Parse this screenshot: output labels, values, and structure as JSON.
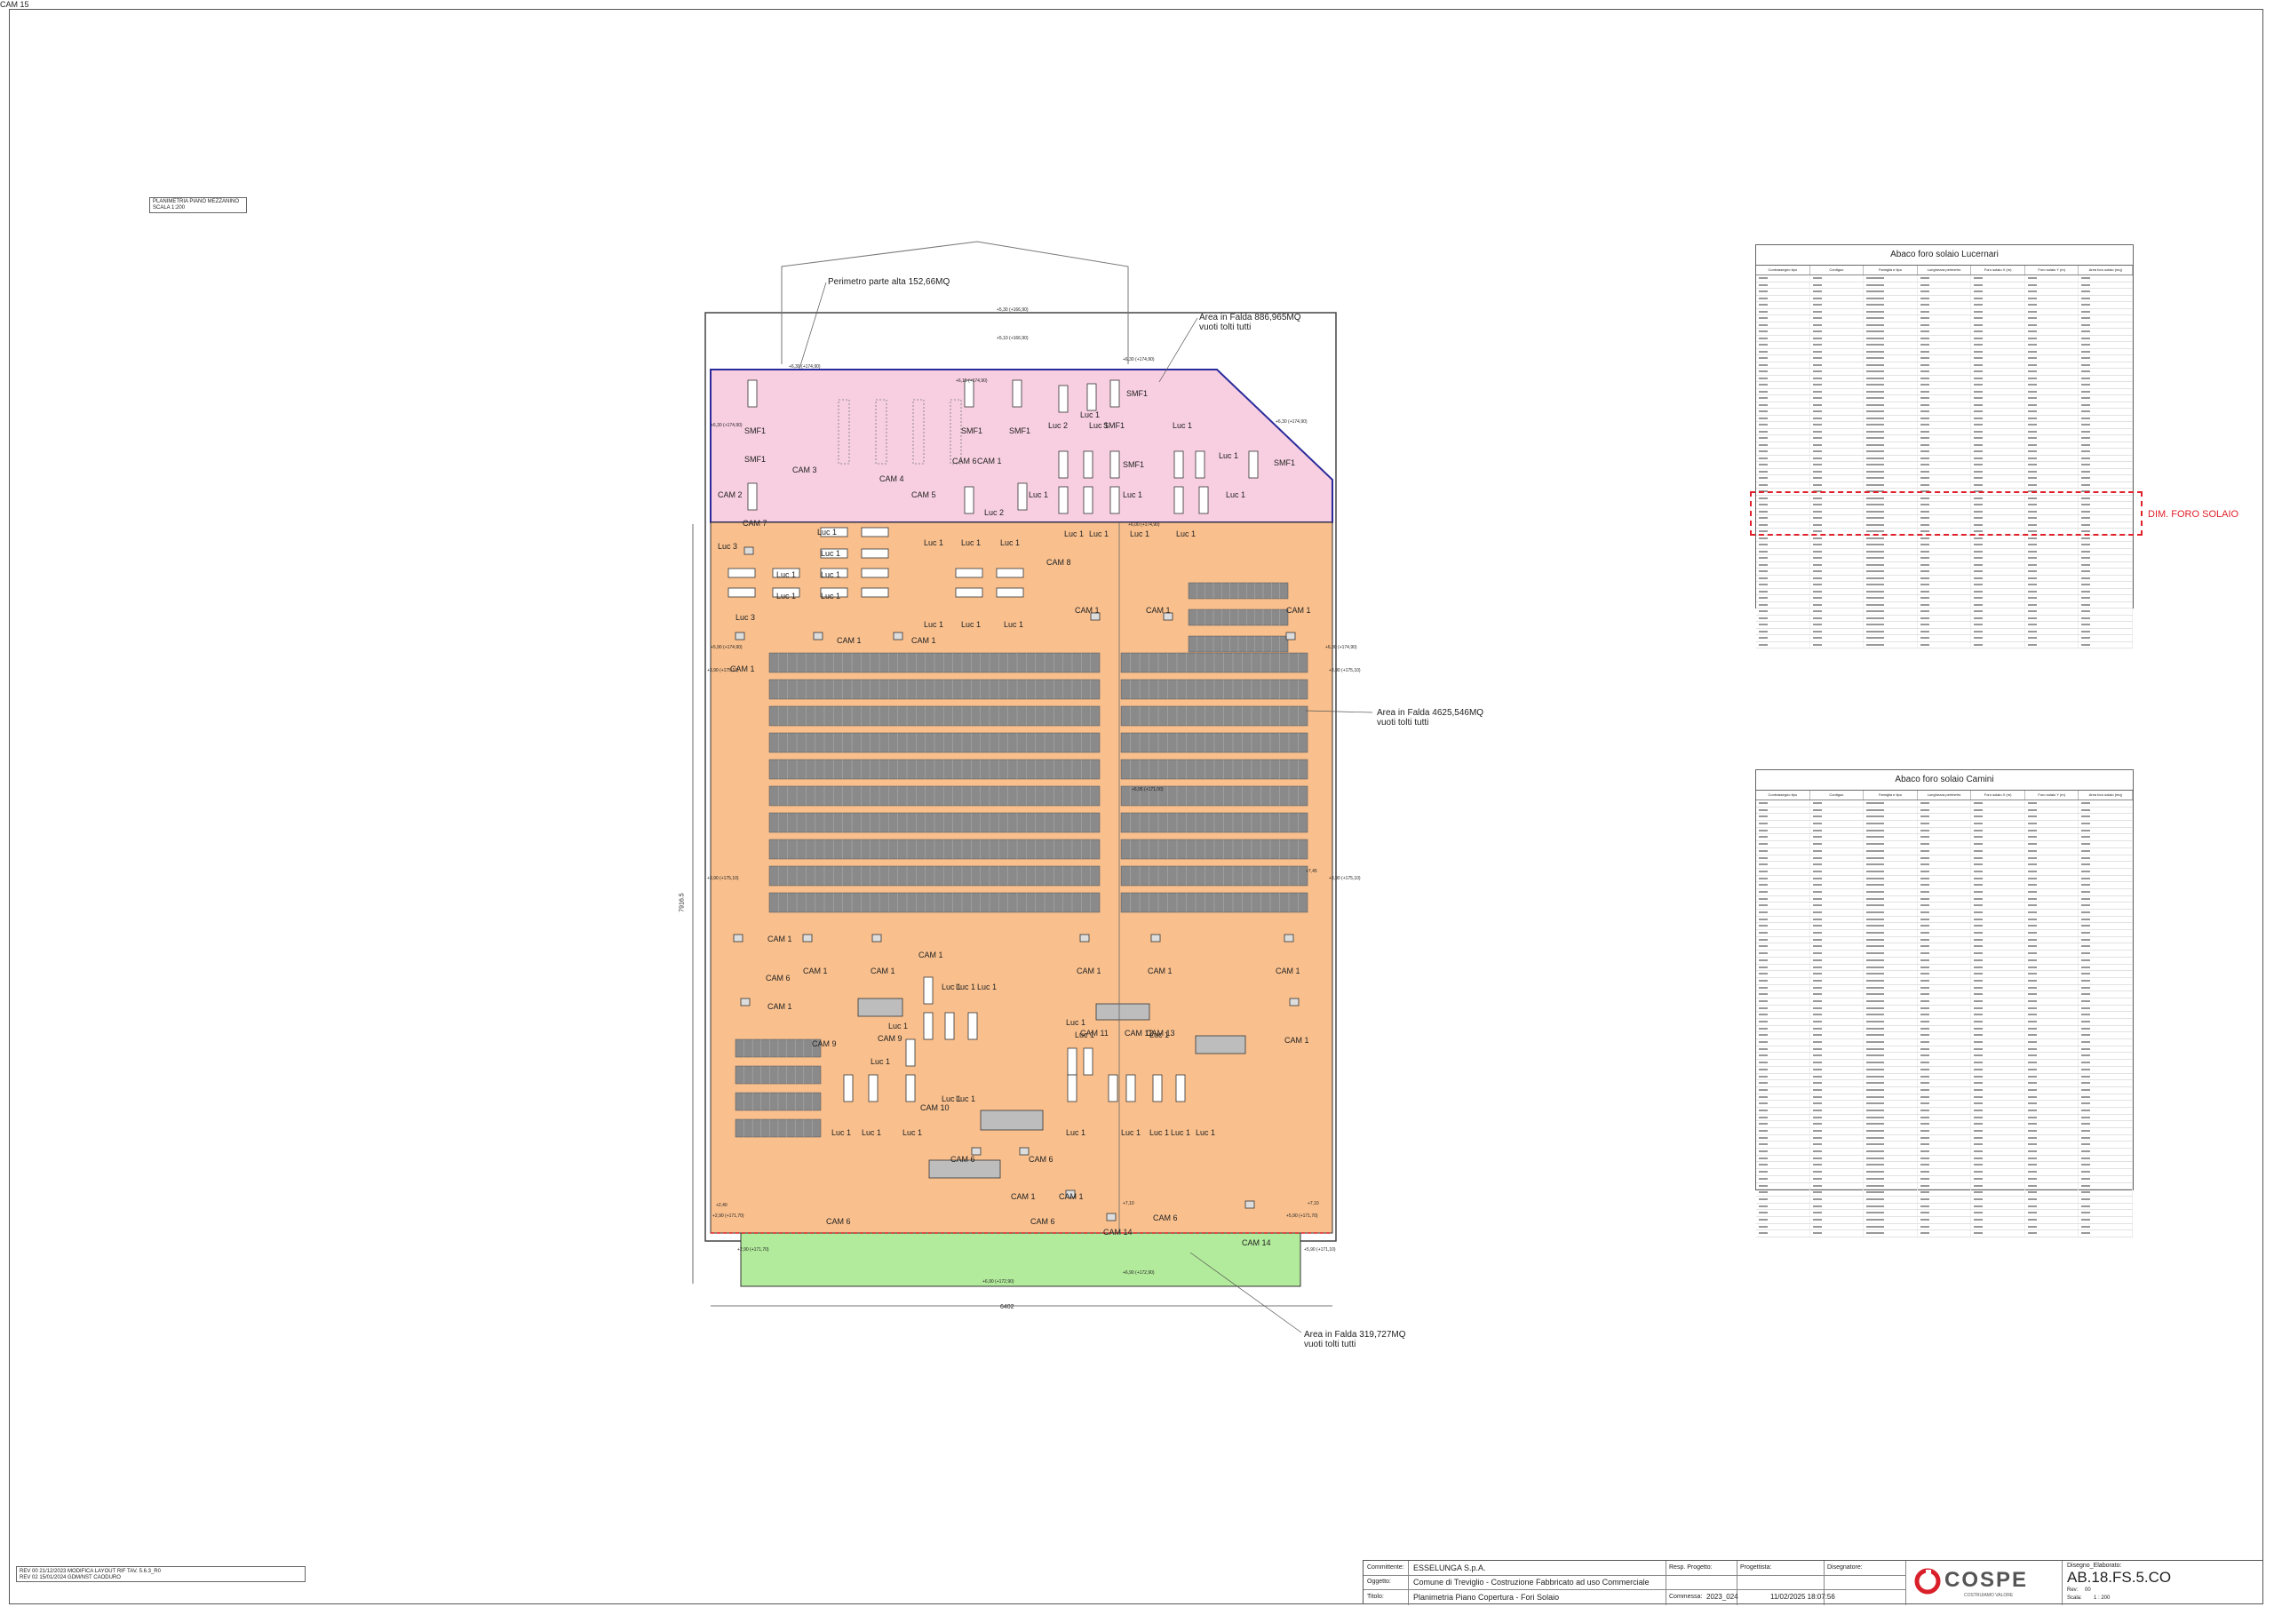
{
  "drawing": {
    "caption_line1": "PLANIMETRIA PIANO MEZZANINO",
    "caption_line2": "SCALA 1:200",
    "callouts": {
      "perimetro": "Perimetro parte alta 152,66MQ",
      "falda_top_1": "Area in Falda 886,965MQ",
      "falda_top_2": "vuoti tolti tutti",
      "falda_mid_1": "Area in Falda 4625,546MQ",
      "falda_mid_2": "vuoti tolti tutti",
      "falda_bot_1": "Area in Falda 319,727MQ",
      "falda_bot_2": "vuoti tolti tutti"
    },
    "dim_width": "6402",
    "dim_height": "7916.5",
    "foro_label": "DIM. FORO SOLAIO",
    "zone_colors": {
      "pink": "#f7cfe0",
      "orange": "#f9c08e",
      "green": "#b2eb9c",
      "blue": "#2a2a9c",
      "red": "#e0202a"
    },
    "labels": [
      "SMF1",
      "SMF1",
      "CAM 2",
      "CAM 3",
      "CAM 4",
      "SMF1",
      "SMF1",
      "CAM 6",
      "CAM 1",
      "CAM 5",
      "Luc 2",
      "Luc 2",
      "Luc 1",
      "SMF1",
      "SMF1",
      "Luc 1",
      "Luc 1",
      "SMF1",
      "Luc 1",
      "Luc 1",
      "Luc 1",
      "Luc 1",
      "Luc 1",
      "SMF1",
      "CAM 7",
      "Luc 3",
      "Luc 3",
      "Luc 1",
      "Luc 1",
      "Luc 1",
      "Luc 1",
      "Luc 1",
      "Luc 1",
      "Luc 1",
      "Luc 1",
      "Luc 1",
      "Luc 1",
      "Luc 1",
      "Luc 1",
      "CAM 8",
      "Luc 1",
      "Luc 1",
      "Luc 1",
      "CAM 1",
      "CAM 1",
      "CAM 1",
      "CAM 1",
      "CAM 1",
      "CAM 1",
      "CAM 1",
      "CAM 1",
      "CAM 1",
      "CAM 1",
      "CAM 1",
      "CAM 1",
      "CAM 1",
      "CAM 6",
      "CAM 1",
      "CAM 1",
      "Luc 1",
      "Luc 1",
      "Luc 1",
      "Luc 1",
      "CAM 9",
      "CAM 9",
      "Luc 1",
      "CAM 10",
      "Luc 1",
      "Luc 1",
      "Luc 1",
      "Luc 1",
      "Luc 1",
      "Luc 1",
      "CAM 11",
      "CAM 12",
      "CAM 13",
      "Luc 1",
      "Luc 1",
      "Luc 1",
      "Luc 1",
      "Luc 1",
      "Luc 1",
      "Luc 1",
      "CAM 6",
      "CAM 6",
      "CAM 1",
      "CAM 1",
      "CAM 6",
      "CAM 6",
      "CAM 6",
      "CAM 14",
      "CAM 14",
      "CAM 15"
    ],
    "levels": [
      "+5,30 (+166,90)",
      "+5,10 (+166,90)",
      "+6,15 (+174,90)",
      "+6,30 (+174,90)",
      "+6,30 (+174,90)",
      "+6,30 (+174,90)",
      "+6,00 (+174,90)",
      "+6,30 (+174,90)",
      "+5,90 (+174,90)",
      "+6,30 (+174,90)",
      "+3,90 (+175,10)",
      "+3,90 (+175,10)",
      "+3,90 (+175,10)",
      "+3,90 (+175,10)",
      "+7,45",
      "+6,95 (+171,00)",
      "+7,10",
      "+2,90 (+171,70)",
      "+5,90 (+171,10)",
      "+2,40",
      "+2,90 (+171,70)",
      "+6,90 (+172,90)",
      "+6,90 (+172,90)",
      "+5,90 (+171,70)",
      "+7,10"
    ]
  },
  "schedule_lucernari": {
    "title": "Abaco foro solaio Lucernari",
    "columns": [
      "Contrassegno tipo",
      "Contiguo",
      "Famiglia e tipo",
      "Lunghezza perimetro",
      "Foro solaio X (m)",
      "Foro solaio Y (m)",
      "Area foro solaio (mq)"
    ],
    "row_count": 56
  },
  "schedule_camini": {
    "title": "Abaco foro solaio Camini",
    "columns": [
      "Contrassegno tipo",
      "Contiguo",
      "Famiglia e tipo",
      "Lunghezza perimetro",
      "Foro solaio X (m)",
      "Foro solaio Y (m)",
      "Area foro solaio (mq)"
    ],
    "row_count": 64
  },
  "title_block": {
    "rev1": "REV 00   21/12/2023        MODIFICA LAYOUT RIF TAV. 5.6.3_R0",
    "rev2": "REV 02   15/01/2024        GDM/NST CAODURO",
    "committente_label": "Committente:",
    "committente": "ESSELUNGA S.p.A.",
    "oggetto_label": "Oggetto:",
    "oggetto": "Comune di Treviglio - Costruzione Fabbricato ad uso Commerciale",
    "titolo_label": "Titolo:",
    "titolo": "Planimetria Piano Copertura - Fori Solaio",
    "resp_label": "Resp. Progetto:",
    "progettista_label": "Progettista:",
    "disegnatore_label": "Disegnatore:",
    "commessa_label": "Commessa:",
    "commessa": "2023_024",
    "timestamp": "11/02/2025 18:07:56",
    "logo_text": "COSPE",
    "logo_sub": "COSTRUIAMO VALORE",
    "disegno_label": "Disegno_Elaborato:",
    "disegno": "AB.18.FS.5.CO",
    "rev_label": "Rev:",
    "rev": "00",
    "scala_label": "Scala:",
    "scala": "1 : 200"
  }
}
